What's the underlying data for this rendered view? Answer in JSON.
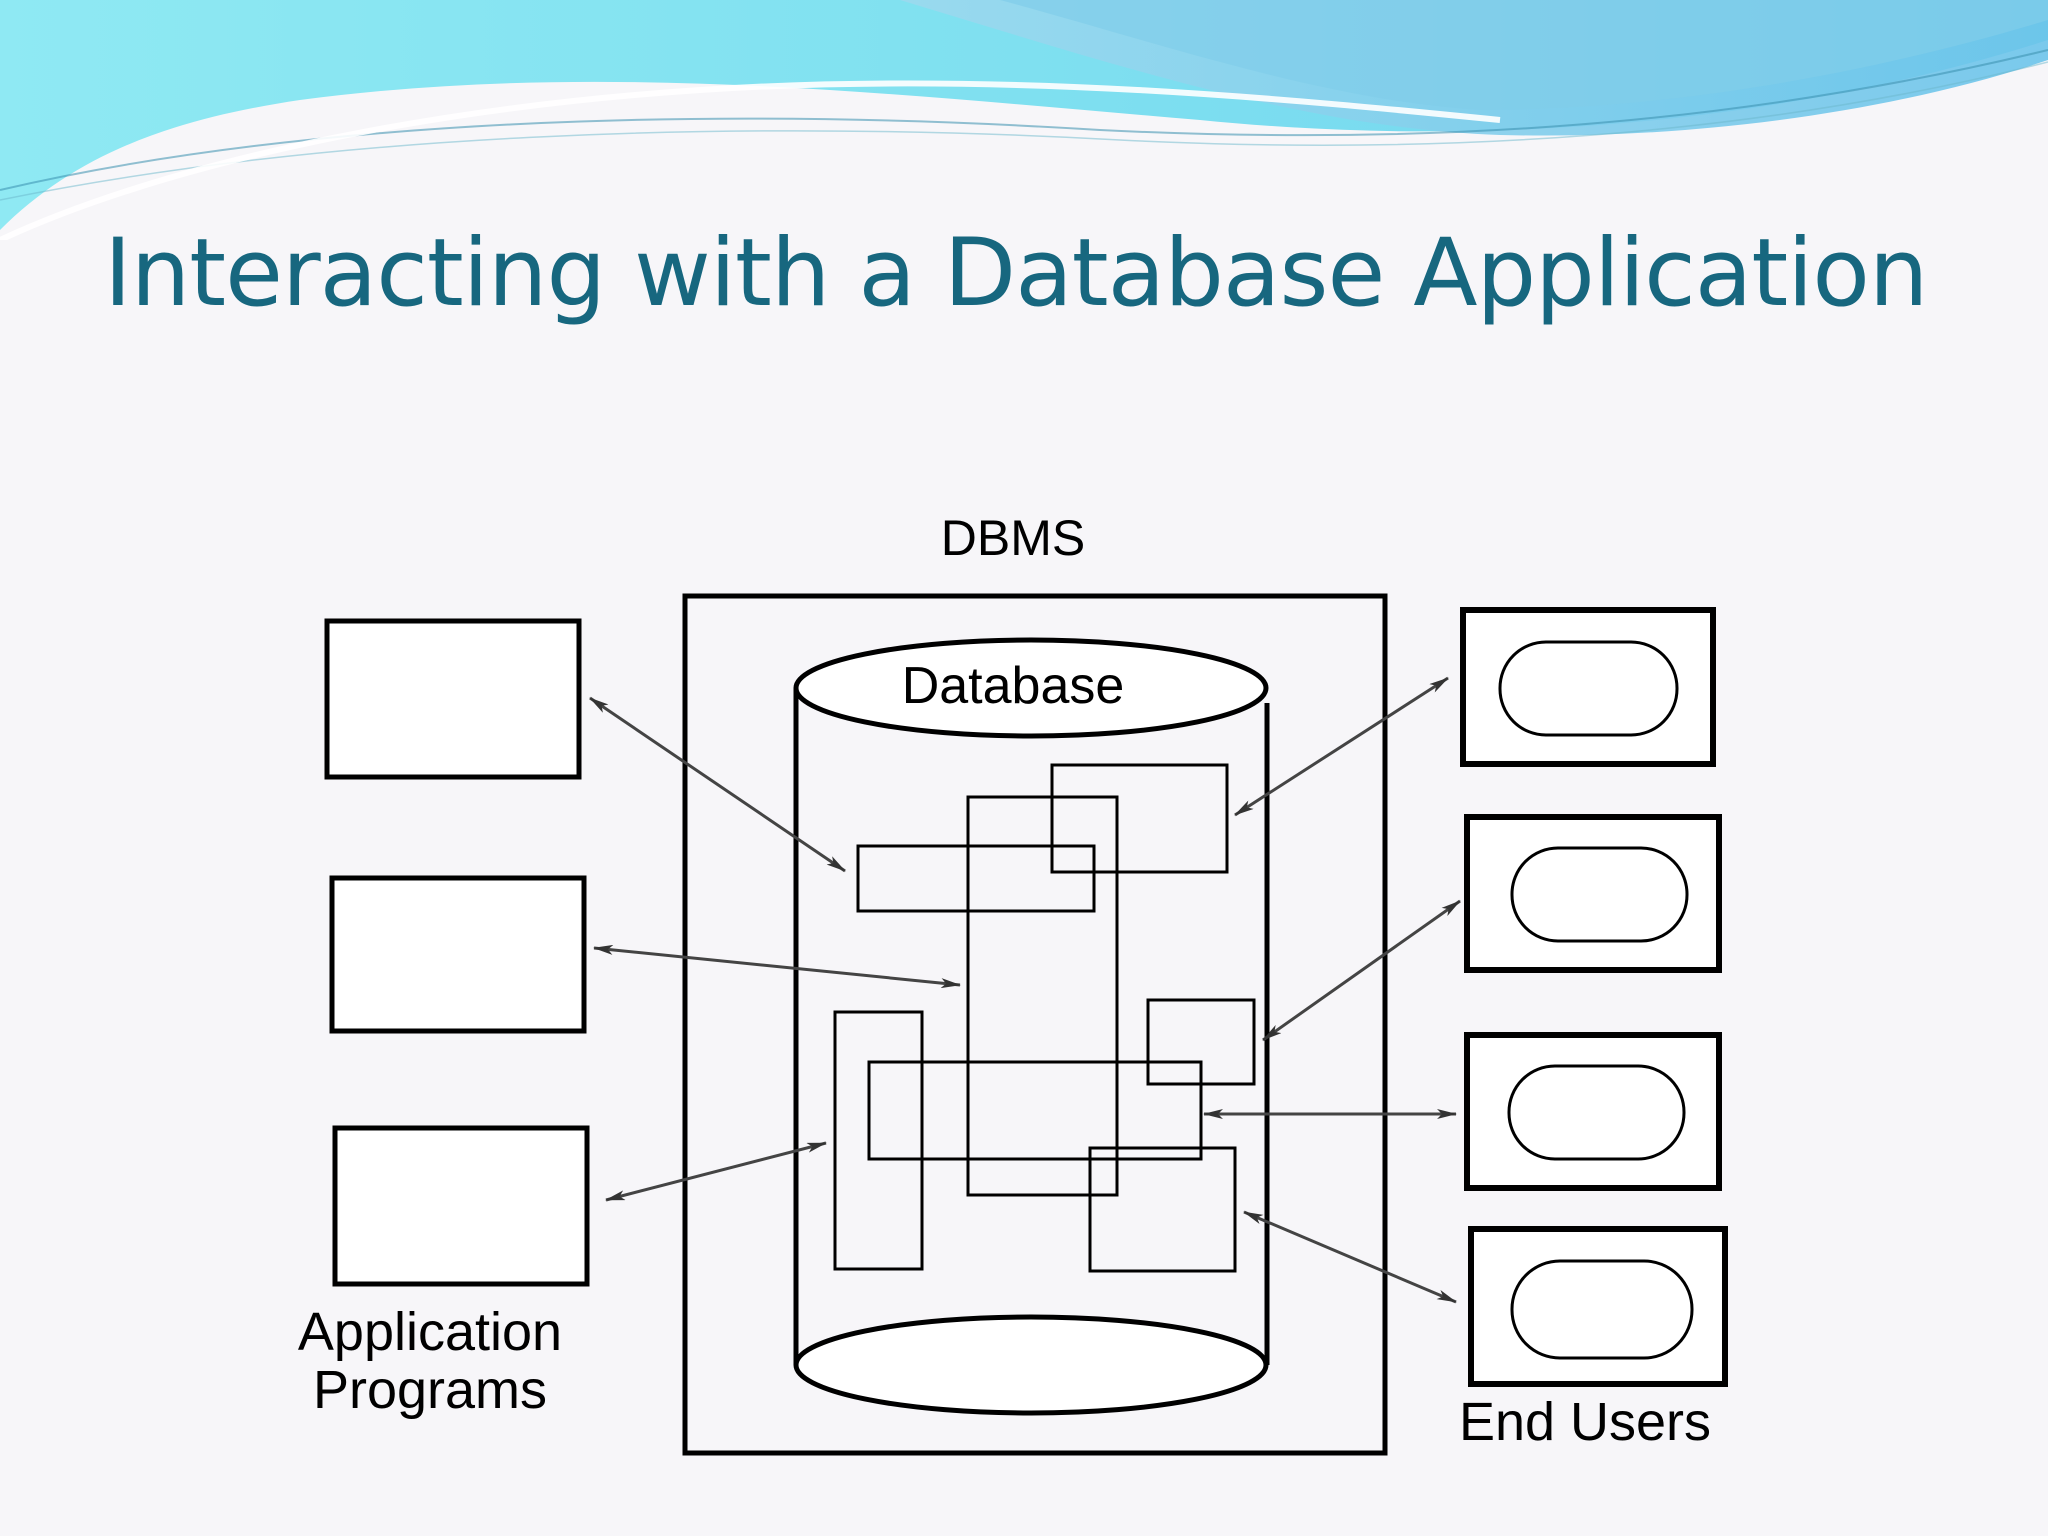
{
  "slide": {
    "title": "Interacting with a Database Application"
  },
  "diagram": {
    "dbms_label": "DBMS",
    "database_label": "Database",
    "app_programs_label_line1": "Application",
    "app_programs_label_line2": "Programs",
    "end_users_label": "End Users",
    "application_program_count": 3,
    "end_user_count": 4
  },
  "colors": {
    "title": "#17677f",
    "background": "#f7f6f9",
    "wave_light": "#8be8f2",
    "wave_dark": "#5fbfe6",
    "lines": "#000000"
  }
}
